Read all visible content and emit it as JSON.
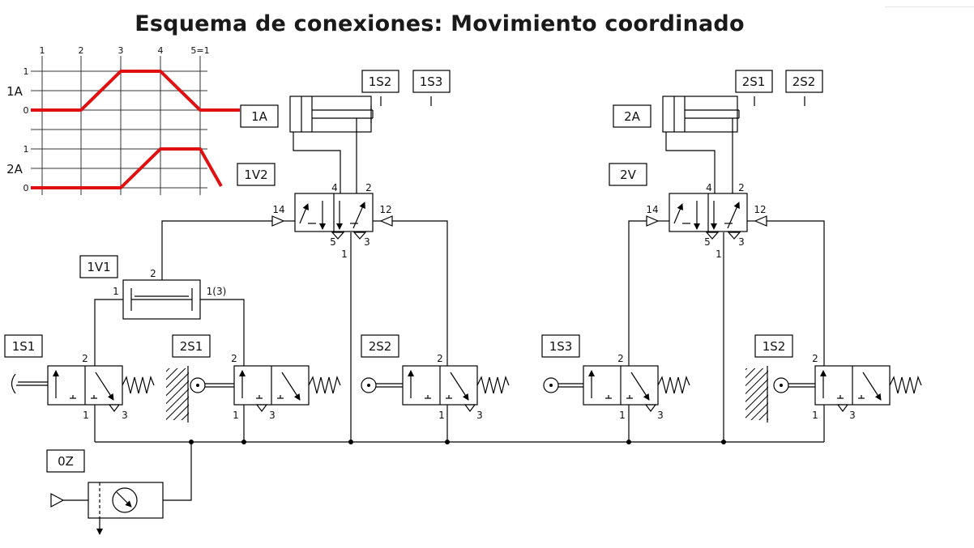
{
  "title": "Esquema de conexiones: Movimiento coordinado",
  "motion_diagram": {
    "steps": [
      "1",
      "2",
      "3",
      "4",
      "5=1"
    ],
    "actuators": [
      {
        "name": "1A",
        "levels": [
          "1",
          "0"
        ],
        "state": [
          0,
          0,
          1,
          1,
          0,
          0
        ]
      },
      {
        "name": "2A",
        "levels": [
          "1",
          "0"
        ],
        "state": [
          0,
          0,
          0,
          1,
          1,
          0
        ]
      }
    ],
    "trace_color": "#e01010"
  },
  "labels": {
    "cyl1": "1A",
    "cyl2": "2A",
    "valve1": "1V2",
    "valve2": "2V",
    "shuttle": "1V1",
    "service": "0Z",
    "sensor_1s1": "1S1",
    "sensor_2s1": "2S1",
    "sensor_2s2": "2S2",
    "sensor_1s3": "1S3",
    "sensor_1s2": "1S2",
    "cyl1_s1": "1S2",
    "cyl1_s2": "1S3",
    "cyl2_s1": "2S1",
    "cyl2_s2": "2S2"
  },
  "ports": {
    "p1": "1",
    "p2": "2",
    "p3": "3",
    "p4": "4",
    "p5": "5",
    "p12": "12",
    "p14": "14",
    "p1_3": "1(3)"
  }
}
